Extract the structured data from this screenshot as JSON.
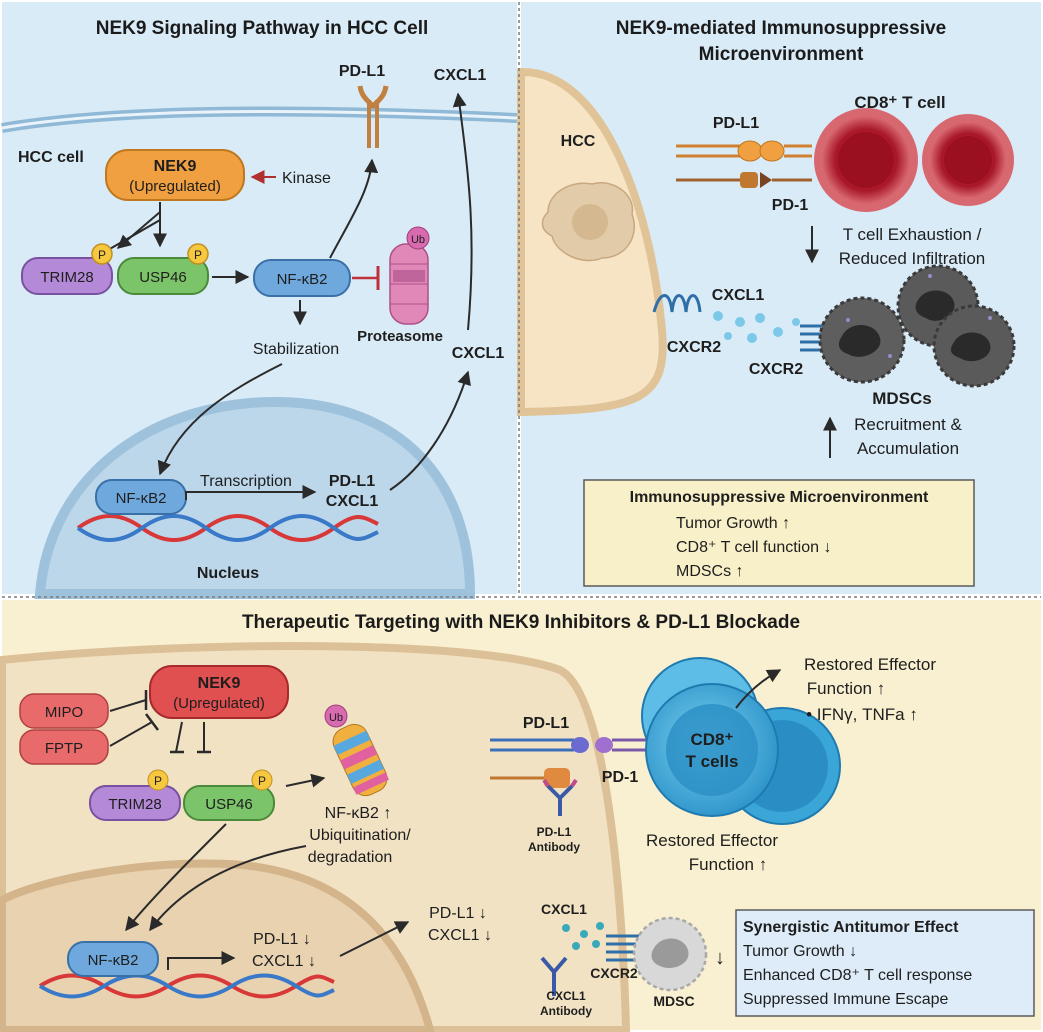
{
  "panel_a": {
    "title": "NEK9 Signaling Pathway in HCC Cell",
    "hcc_cell_label": "HCC cell",
    "nek9_name": "NEK9",
    "nek9_state": "(Upregulated)",
    "kinase_label": "Kinase",
    "trim28": "TRIM28",
    "usp46": "USP46",
    "phospho": "P",
    "nfkb2": "NF-κB2",
    "proteasome": "Proteasome",
    "ub": "Ub",
    "stabilization": "Stabilization",
    "pdl1_membrane": "PD-L1",
    "cxcl1_secreted": "CXCL1",
    "cxcl1_mid": "CXCL1",
    "nuclear_nfkb2": "NF-κB2",
    "transcription": "Transcription",
    "gene_pdl1": "PD-L1",
    "gene_cxcl1": "CXCL1",
    "nucleus": "Nucleus"
  },
  "panel_b": {
    "title_line1": "NEK9-mediated Immunosuppressive",
    "title_line2": "Microenvironment",
    "hcc": "HCC",
    "pdl1": "PD-L1",
    "pd1": "PD-1",
    "cd8_tcell": "CD8⁺ T cell",
    "exhaustion_line1": "T cell Exhaustion /",
    "exhaustion_line2": "Reduced Infiltration",
    "cxcl1": "CXCL1",
    "cxcr2_left": "CXCR2",
    "cxcr2_right": "CXCR2",
    "mdscs": "MDSCs",
    "recruitment_line1": "Recruitment &",
    "recruitment_line2": "Accumulation",
    "box_title": "Immunosuppressive Microenvironment",
    "box_lines": [
      "Tumor Growth ↑",
      "CD8⁺ T cell function ↓",
      "MDSCs ↑"
    ]
  },
  "panel_c": {
    "title": "Therapeutic Targeting with NEK9 Inhibitors & PD-L1 Blockade",
    "mipo": "MIPO",
    "fptp": "FPTP",
    "nek9_name": "NEK9",
    "nek9_state": "(Upregulated)",
    "trim28": "TRIM28",
    "usp46": "USP46",
    "phospho": "P",
    "ub": "Ub",
    "degradation_line1": "NF-κB2 ↑",
    "degradation_line2": "Ubiquitination/",
    "degradation_line3": "degradation",
    "nfkb2": "NF-κB2",
    "gene_pdl1": "PD-L1 ↓",
    "gene_cxcl1": "CXCL1 ↓",
    "out_pdl1": "PD-L1 ↓",
    "out_cxcl1": "CXCL1 ↓",
    "pdl1": "PD-L1",
    "pd1": "PD-1",
    "pdl1_antibody_line1": "PD-L1",
    "pdl1_antibody_line2": "Antibody",
    "cd8_line1": "CD8⁺",
    "cd8_line2": "T cells",
    "restored_top_line1": "Restored Effector",
    "restored_top_line2": "Function ↑",
    "cytokines": "• IFNγ, TNFa ↑",
    "restored_bottom_line1": "Restored Effector",
    "restored_bottom_line2": "Function ↑",
    "cxcl1": "CXCL1",
    "cxcr2": "CXCR2",
    "cxcl1_antibody_line1": "CXCL1",
    "cxcl1_antibody_line2": "Antibody",
    "mdsc": "MDSC",
    "mdsc_arrow": "↓",
    "box_title": "Synergistic Antitumor Effect",
    "box_lines": [
      "Tumor Growth ↓",
      "Enhanced CD8⁺ T cell response",
      "Suppressed Immune Escape"
    ]
  },
  "colors": {
    "panel_blue": "#d9ebf7",
    "panel_yellow": "#f8f0d0",
    "nek9_orange": "#f0a040",
    "nek9_red": "#e05050",
    "trim28_purple": "#b48ad8",
    "usp46_green": "#7cc46a",
    "nfkb2_blue": "#6fa8dc",
    "phospho_yellow": "#f6c840",
    "tcell_red": "#b8202c",
    "tcell_blue": "#3aa6d8",
    "mdsc_gray": "#5a5a5a",
    "inhibit_red": "#c0303a"
  }
}
